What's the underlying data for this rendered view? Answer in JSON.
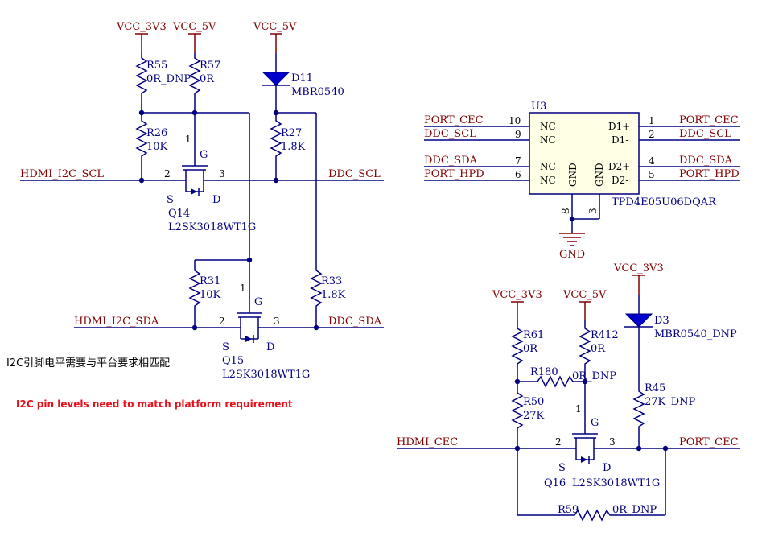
{
  "nets": {
    "vcc_3v3": "VCC_3V3",
    "vcc_5v": "VCC_5V",
    "hdmi_i2c_scl": "HDMI_I2C_SCL",
    "hdmi_i2c_sda": "HDMI_I2C_SDA",
    "ddc_scl": "DDC_SCL",
    "ddc_sda": "DDC_SDA",
    "port_cec": "PORT_CEC",
    "port_hpd": "PORT_HPD",
    "hdmi_cec": "HDMI_CEC",
    "gnd": "GND"
  },
  "resistors": {
    "r55": {
      "ref": "R55",
      "value": "0R_DNP"
    },
    "r57": {
      "ref": "R57",
      "value": "0R"
    },
    "r26": {
      "ref": "R26",
      "value": "10K"
    },
    "r27": {
      "ref": "R27",
      "value": "1.8K"
    },
    "r31": {
      "ref": "R31",
      "value": "10K"
    },
    "r33": {
      "ref": "R33",
      "value": "1.8K"
    },
    "r61": {
      "ref": "R61",
      "value": "0R"
    },
    "r412": {
      "ref": "R412",
      "value": "0R"
    },
    "r180": {
      "ref": "R180",
      "value": "0R_DNP"
    },
    "r50": {
      "ref": "R50",
      "value": "27K"
    },
    "r45": {
      "ref": "R45",
      "value": "27K_DNP"
    },
    "r59": {
      "ref": "R59",
      "value": "0R_DNP"
    }
  },
  "diodes": {
    "d11": {
      "ref": "D11",
      "value": "MBR0540"
    },
    "d3": {
      "ref": "D3",
      "value": "MBR0540_DNP"
    }
  },
  "mosfets": {
    "q14": {
      "ref": "Q14",
      "value": "L2SK3018WT1G"
    },
    "q15": {
      "ref": "Q15",
      "value": "L2SK3018WT1G"
    },
    "q16": {
      "ref": "Q16",
      "value": "L2SK3018WT1G"
    }
  },
  "mosfet_pins": {
    "gate_num": "1",
    "source_num": "2",
    "drain_num": "3",
    "g": "G",
    "s": "S",
    "d": "D"
  },
  "u3": {
    "ref": "U3",
    "part": "TPD4E05U06DQAR",
    "left_pins": [
      {
        "num": "10",
        "name": "NC"
      },
      {
        "num": "9",
        "name": "NC"
      },
      {
        "num": "7",
        "name": "NC"
      },
      {
        "num": "6",
        "name": "NC"
      }
    ],
    "right_pins": [
      {
        "num": "1",
        "name": "D1+"
      },
      {
        "num": "2",
        "name": "D1-"
      },
      {
        "num": "4",
        "name": "D2+"
      },
      {
        "num": "5",
        "name": "D2-"
      }
    ],
    "gnd_pins": [
      {
        "num": "8",
        "name": "GND"
      },
      {
        "num": "3",
        "name": "GND"
      }
    ]
  },
  "notes": {
    "chinese": "I2C引脚电平需要与平台要求相匹配",
    "english": "I2C pin levels need to match platform requirement",
    "english_color": "#e8101a"
  }
}
